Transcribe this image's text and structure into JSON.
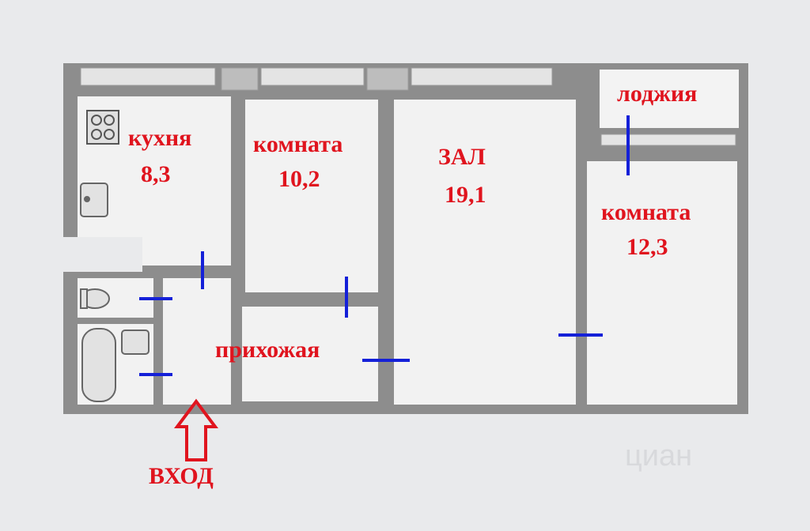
{
  "rooms": {
    "kitchen": {
      "name": "кухня",
      "area": "8,3"
    },
    "room_left": {
      "name": "комната",
      "area": "10,2"
    },
    "hall": {
      "name": "ЗАЛ",
      "area": "19,1"
    },
    "room_right": {
      "name": "комната",
      "area": "12,3"
    },
    "loggia": {
      "name": "лоджия"
    },
    "hallway": {
      "name": "прихожая"
    }
  },
  "entrance": {
    "label": "ВХОД"
  },
  "watermark": {
    "text": "циан"
  },
  "colors": {
    "label_red": "#e0141e",
    "door_mark_blue": "#1420d8",
    "wall": "#8b8b8b",
    "floor": "#f2f2f2",
    "arrow": "#e0141e"
  }
}
